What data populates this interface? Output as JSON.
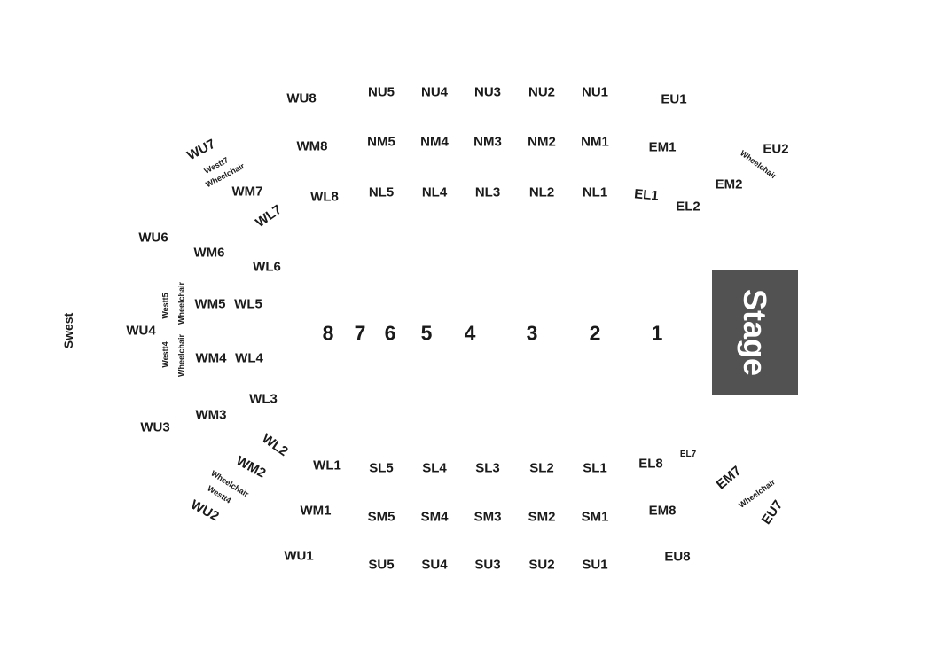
{
  "stage": {
    "label": "Stage"
  },
  "section_labels": {
    "swest": "Swest",
    "wu8": "WU8",
    "wu7": "WU7",
    "wu6": "WU6",
    "wu4": "WU4",
    "wu3": "WU3",
    "wu2": "WU2",
    "wu1": "WU1",
    "wm8": "WM8",
    "wm7": "WM7",
    "wm6": "WM6",
    "wm5": "WM5",
    "wm4": "WM4",
    "wm3": "WM3",
    "wm2": "WM2",
    "wm1": "WM1",
    "wl8": "WL8",
    "wl7": "WL7",
    "wl6": "WL6",
    "wl5": "WL5",
    "wl4": "WL4",
    "wl3": "WL3",
    "wl2": "WL2",
    "wl1": "WL1",
    "nu5": "NU5",
    "nu4": "NU4",
    "nu3": "NU3",
    "nu2": "NU2",
    "nu1": "NU1",
    "nm5": "NM5",
    "nm4": "NM4",
    "nm3": "NM3",
    "nm2": "NM2",
    "nm1": "NM1",
    "nl5": "NL5",
    "nl4": "NL4",
    "nl3": "NL3",
    "nl2": "NL2",
    "nl1": "NL1",
    "sl5": "SL5",
    "sl4": "SL4",
    "sl3": "SL3",
    "sl2": "SL2",
    "sl1": "SL1",
    "sm5": "SM5",
    "sm4": "SM4",
    "sm3": "SM3",
    "sm2": "SM2",
    "sm1": "SM1",
    "su5": "SU5",
    "su4": "SU4",
    "su3": "SU3",
    "su2": "SU2",
    "su1": "SU1",
    "eu1": "EU1",
    "eu2": "EU2",
    "eu7": "EU7",
    "eu8": "EU8",
    "em1": "EM1",
    "em2": "EM2",
    "em7": "EM7",
    "em8": "EM8",
    "el1": "EL1",
    "el2": "EL2",
    "el7": "EL7",
    "el8": "EL8"
  },
  "wheelchair_labels": {
    "west7": "Westt7",
    "west5": "Westt5",
    "west4_upper": "Westt4",
    "west4_lower": "Westt4",
    "wheelchair": "Wheelchair"
  },
  "floor_rows": [
    "8",
    "7",
    "6",
    "5",
    "4",
    "3",
    "2",
    "1"
  ]
}
